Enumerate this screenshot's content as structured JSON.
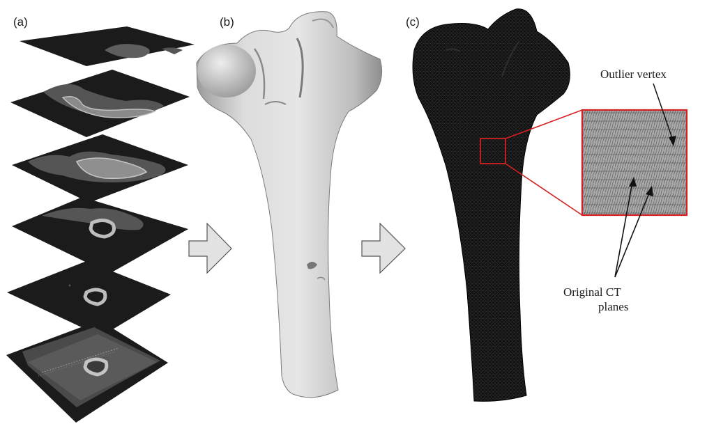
{
  "figure": {
    "panels": [
      {
        "id": "a",
        "label": "(a)"
      },
      {
        "id": "b",
        "label": "(b)"
      },
      {
        "id": "c",
        "label": "(c)"
      }
    ],
    "annotations": {
      "outlier": "Outlier vertex",
      "planes_line1": "Original CT",
      "planes_line2": "planes"
    },
    "slice_count": 6,
    "colors": {
      "slice": "#1b1b1b",
      "tissue": "#555555",
      "bone": "#b9b9b9",
      "surface_bone": "#d2d2d2",
      "mesh_bone": "#121212",
      "zoom_frame": "#d42020",
      "arrow_fill": "#e2e2e2"
    }
  }
}
